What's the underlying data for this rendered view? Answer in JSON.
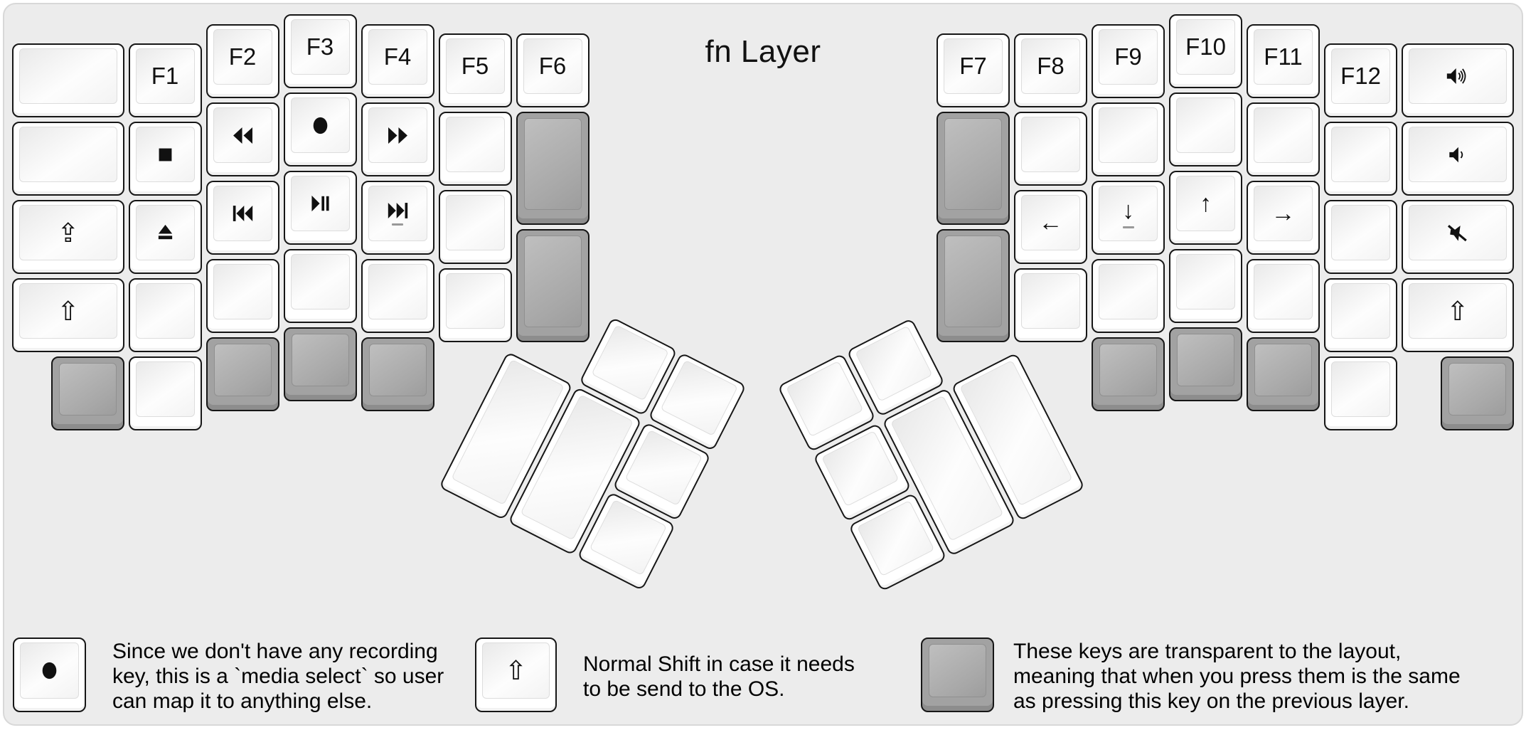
{
  "title": "fn Layer",
  "colors": {
    "panel_bg": "#ececec",
    "panel_border": "#d8d8d8",
    "key_white": "#ffffff",
    "key_transparent_gray": "#a2a2a2",
    "glyph": "#111111"
  },
  "keyboard": {
    "left": {
      "columns": [
        {
          "w": 1.5,
          "stagger": 0.375,
          "keys": [
            "blank",
            "blank",
            "caps",
            "shift"
          ]
        },
        {
          "w": 1,
          "stagger": 0.375,
          "keys": [
            "F1",
            "stop",
            "eject",
            "blank"
          ]
        },
        {
          "w": 1,
          "stagger": 0.125,
          "keys": [
            "F2",
            "rewind",
            "prev",
            "blank"
          ]
        },
        {
          "w": 1,
          "stagger": 0,
          "keys": [
            "F3",
            "record",
            "playpause",
            "blank"
          ]
        },
        {
          "w": 1,
          "stagger": 0.125,
          "keys": [
            "F4",
            "ffwd",
            "next:homing",
            "blank"
          ]
        },
        {
          "w": 1,
          "stagger": 0.25,
          "keys": [
            "F5",
            "blank",
            "blank",
            "blank"
          ]
        },
        {
          "w": 1,
          "stagger": 0.25,
          "keys": [
            "F6",
            "transparent:tall",
            "transparent:tall"
          ]
        }
      ],
      "bottom_row": [
        "transparent",
        "blank",
        "transparent",
        "transparent",
        "transparent"
      ]
    },
    "right": {
      "columns": [
        {
          "w": 1,
          "stagger": 0.25,
          "keys": [
            "F7",
            "transparent:tall",
            "transparent:tall"
          ]
        },
        {
          "w": 1,
          "stagger": 0.25,
          "keys": [
            "F8",
            "blank",
            "left",
            "blank"
          ]
        },
        {
          "w": 1,
          "stagger": 0.125,
          "keys": [
            "F9",
            "blank",
            "down:homing",
            "blank"
          ]
        },
        {
          "w": 1,
          "stagger": 0,
          "keys": [
            "F10",
            "blank",
            "up",
            "blank"
          ]
        },
        {
          "w": 1,
          "stagger": 0.125,
          "keys": [
            "F11",
            "blank",
            "right",
            "blank"
          ]
        },
        {
          "w": 1,
          "stagger": 0.375,
          "keys": [
            "F12",
            "blank",
            "blank",
            "blank"
          ]
        },
        {
          "w": 1.5,
          "stagger": 0.375,
          "keys": [
            "volume-up",
            "volume-down",
            "mute",
            "shift"
          ]
        }
      ],
      "bottom_row": [
        "transparent",
        "transparent",
        "transparent",
        "blank",
        "transparent"
      ]
    },
    "thumb_left": [
      "blank",
      "blank",
      "blank",
      "blank",
      "blank",
      "blank"
    ],
    "thumb_right": [
      "blank",
      "blank",
      "blank",
      "blank",
      "blank",
      "blank"
    ]
  },
  "legend": [
    {
      "key_glyph": "record",
      "key_color": "white",
      "lines": [
        "Since we don't have any recording",
        "key, this is a `media select` so user",
        "can map it to anything else."
      ]
    },
    {
      "key_glyph": "shift",
      "key_color": "white",
      "lines": [
        "Normal Shift in case it needs",
        "to be send to the OS."
      ]
    },
    {
      "key_glyph": "blank",
      "key_color": "gray",
      "lines": [
        "These keys are transparent to the layout,",
        "meaning that when you press them is the same",
        "as pressing this key on the previous layer."
      ]
    }
  ]
}
